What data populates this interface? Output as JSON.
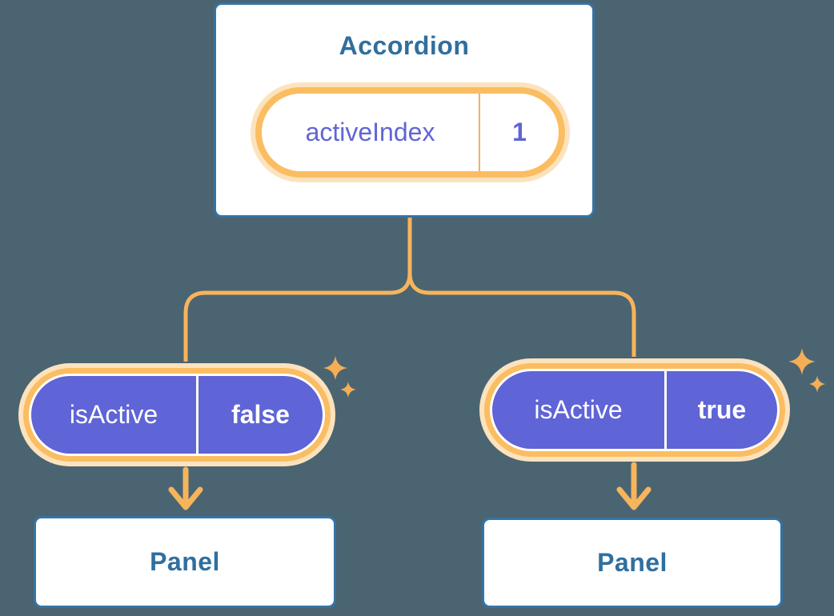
{
  "colors": {
    "background": "#4B6471",
    "box_border_blue": "#3474A4",
    "heading_blue": "#2F6F9F",
    "pill_ring_orange": "#FBBD62",
    "pill_glow_peach": "#FCE3BE",
    "connector_orange": "#F6B45C",
    "sparkle_amber": "#F4AE56",
    "pill_purple": "#5F64D6",
    "pill_text_indigo": "#6065D4",
    "white": "#FFFFFF"
  },
  "diagram": {
    "accordion": {
      "title": "Accordion",
      "state_pill": {
        "name": "activeIndex",
        "value": "1"
      }
    },
    "branches": [
      {
        "prop_pill": {
          "name": "isActive",
          "value": "false"
        },
        "panel": {
          "title": "Panel"
        }
      },
      {
        "prop_pill": {
          "name": "isActive",
          "value": "true"
        },
        "panel": {
          "title": "Panel"
        }
      }
    ]
  }
}
